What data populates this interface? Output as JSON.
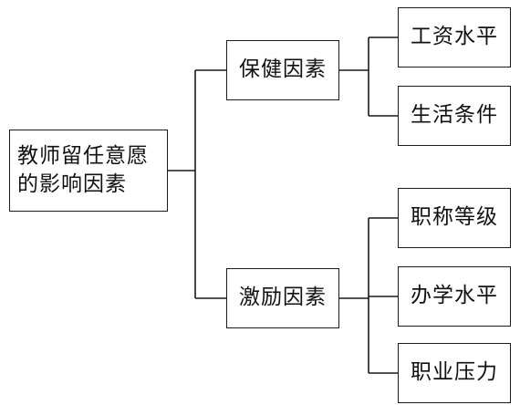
{
  "root": {
    "line1": "教师留任意愿",
    "line2": "的影响因素"
  },
  "categories": [
    {
      "label": "保健因素",
      "children": [
        "工资水平",
        "生活条件"
      ]
    },
    {
      "label": "激励因素",
      "children": [
        "职称等级",
        "办学水平",
        "职业压力"
      ]
    }
  ]
}
